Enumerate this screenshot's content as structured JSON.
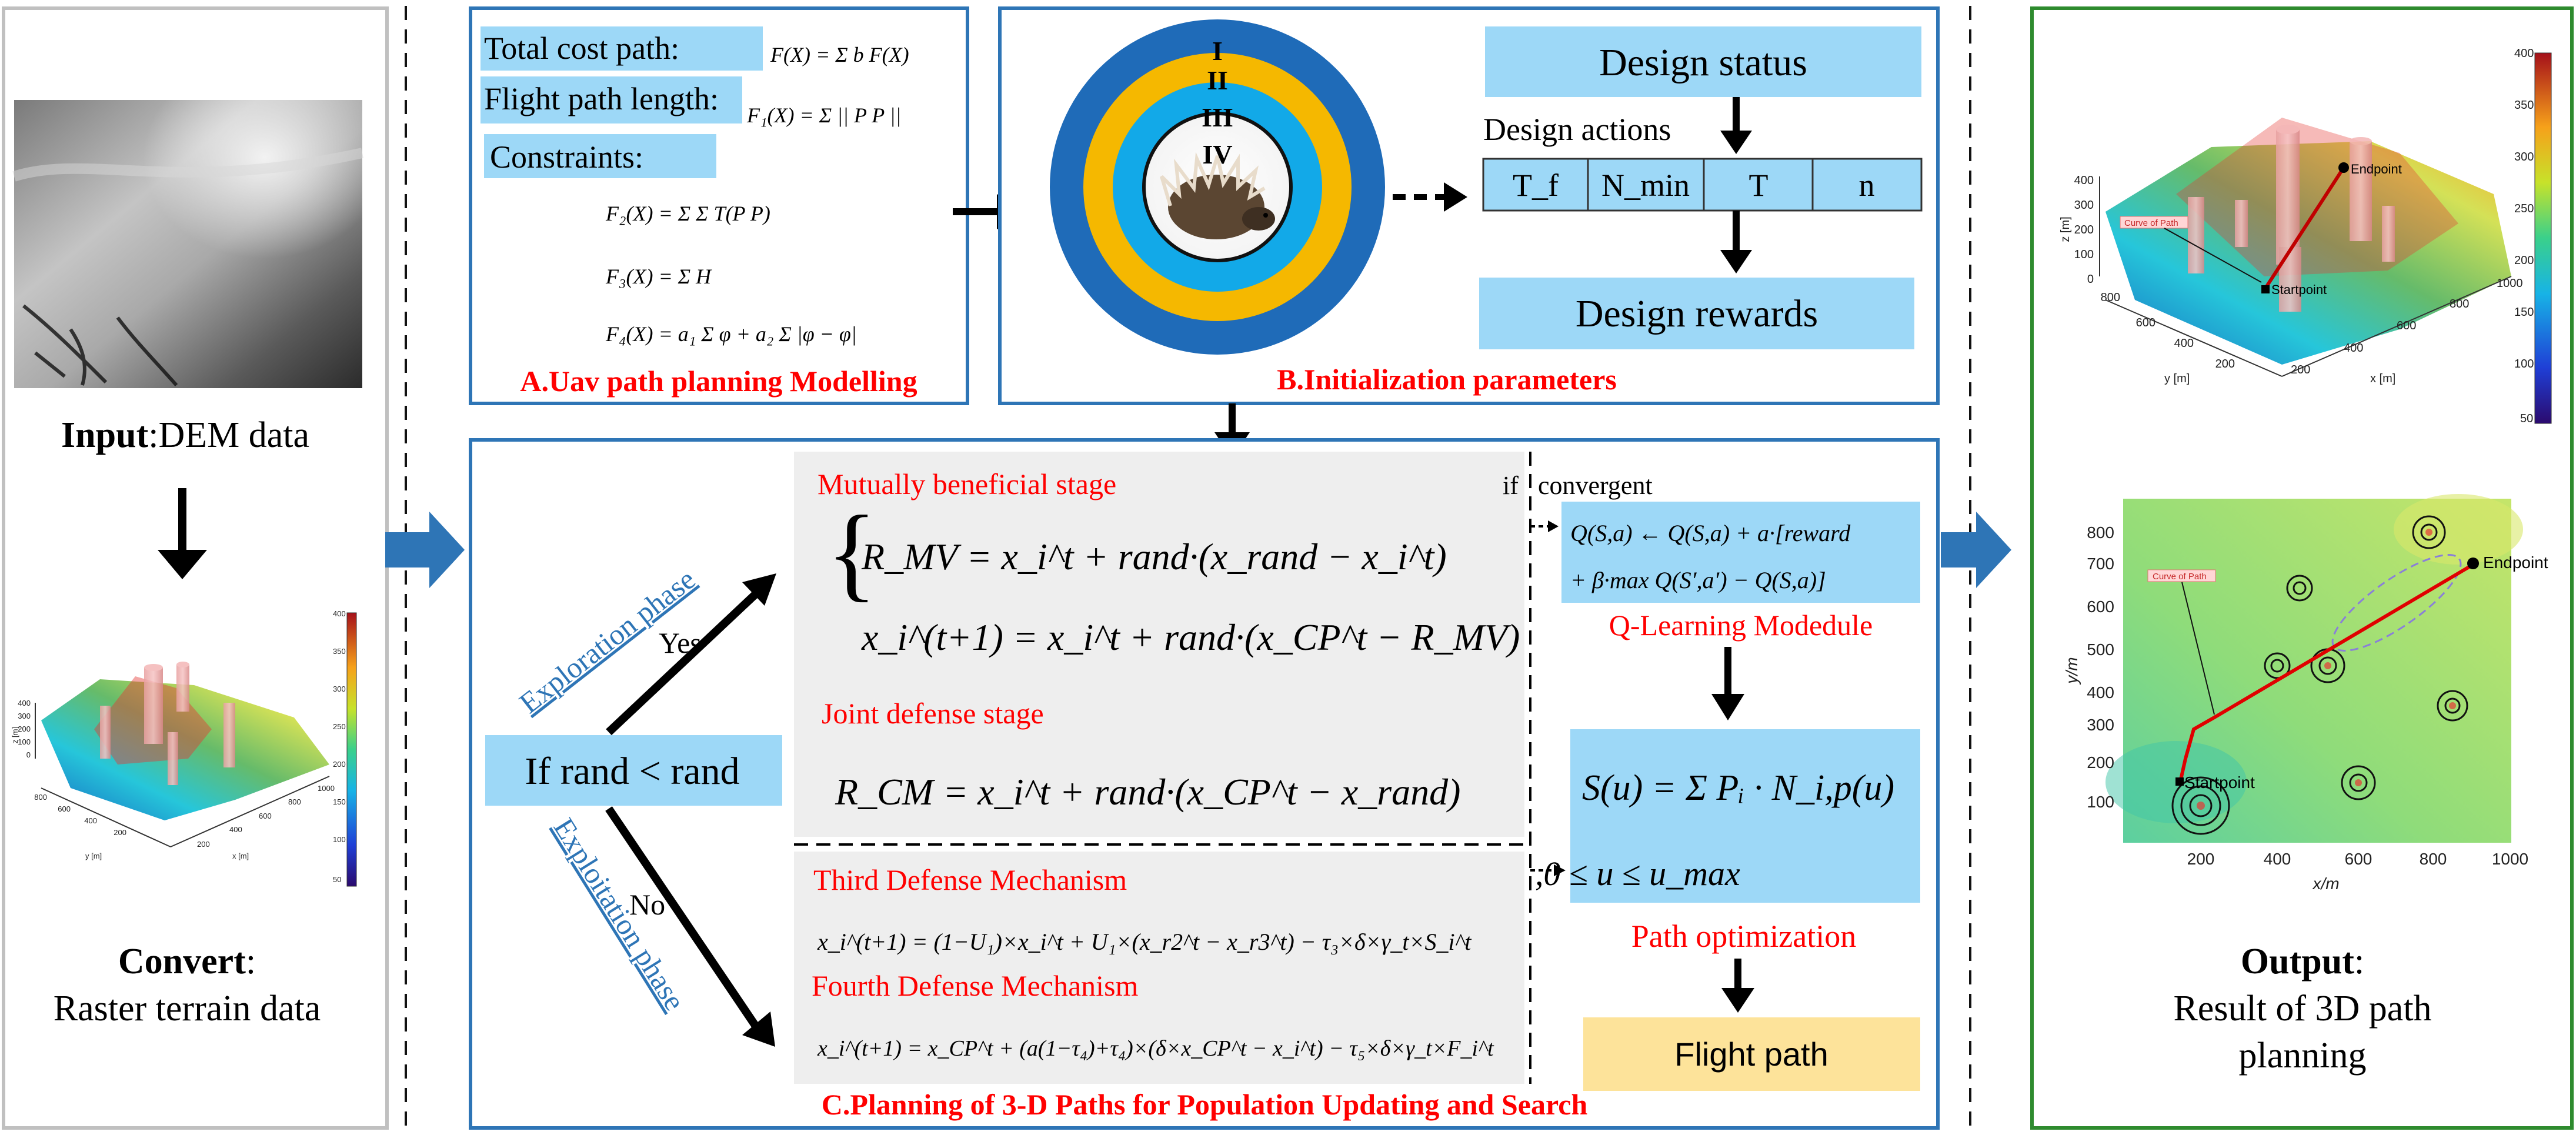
{
  "left_panel": {
    "input_bold": "Input",
    "input_text": ":DEM data",
    "convert_bold": "Convert",
    "convert_colon": ":",
    "convert_text": "Raster terrain data",
    "mini_z_label": "z [m]",
    "mini_y_label": "y [m]",
    "mini_x_label": "x [m]",
    "mini_z_ticks": [
      "400",
      "300",
      "200",
      "100",
      "0"
    ],
    "mini_y_ticks": [
      "800",
      "600",
      "400",
      "200"
    ],
    "mini_x_ticks": [
      "200",
      "400",
      "600",
      "800",
      "1000"
    ],
    "mini_cb_ticks": [
      "400",
      "350",
      "300",
      "250",
      "200",
      "150",
      "100",
      "50"
    ]
  },
  "section_a": {
    "total_cost_label": "Total cost path:",
    "flight_length_label": "Flight path length:",
    "constraints_label": "Constraints:",
    "f_total": "F(X) = Σ b F(X)",
    "f1": "F₁(X) = Σ || P P ||",
    "f2": "F₂(X) = Σ Σ T(P P)",
    "f3": "F₃(X) = Σ H",
    "f4": "F₄(X) = a₁ Σ φ + a₂ Σ |φ − φ|",
    "caption": "A.Uav path planning Modelling"
  },
  "section_b": {
    "ring_labels": [
      "I",
      "II",
      "III",
      "IV"
    ],
    "design_status": "Design status",
    "design_actions": "Design actions",
    "action_cells": [
      "T_f",
      "N_min",
      "T",
      "n"
    ],
    "design_rewards": "Design rewards",
    "caption": "B.Initialization parameters"
  },
  "section_c": {
    "exploration_label": "Exploration phase",
    "exploitation_label": "Exploitation phase",
    "yes": "Yes",
    "no": "No",
    "condition": "If rand < rand",
    "mutual_title": "Mutually beneficial stage",
    "mutual_eq1": "R_MV = x_i^t + rand·(x_rand − x_i^t)",
    "mutual_eq2": "x_i^(t+1) = x_i^t + rand·(x_CP^t − R_MV)",
    "joint_title": "Joint defense stage",
    "joint_eq": "R_CM = x_i^t + rand·(x_CP^t − x_rand)",
    "third_title": "Third Defense Mechanism",
    "third_eq": "x_i^(t+1) = (1−U₁)×x_i^t + U₁×(x_r2^t − x_r3^t) − τ₃×δ×γ_t×S_i^t",
    "fourth_title": "Fourth Defense Mechanism",
    "fourth_eq": "x_i^(t+1) = x_CP^t + (a(1−τ₄)+τ₄)×(δ×x_CP^t − x_i^t) − τ₅×δ×γ_t×F_i^t",
    "if_text": "if",
    "convergent": "convergent",
    "q_eq1": "Q(S,a) ← Q(S,a) + a·[reward",
    "q_eq2": "+ β·max Q(S′,a′) − Q(S,a)]",
    "q_title": "Q-Learning Modedule",
    "s_eq": "S(u) = Σ Pᵢ · N_i,p(u)",
    "s_range": ",0 ≤ u ≤ u_max",
    "path_opt": "Path optimization",
    "flight_path": "Flight  path",
    "caption": "C.Planning of 3-D Paths for Population Updating and Search"
  },
  "right_panel": {
    "plot3d_z_label": "z [m]",
    "plot3d_y_label": "y [m]",
    "plot3d_x_label": "x [m]",
    "plot3d_z_ticks": [
      "400",
      "300",
      "200",
      "100",
      "0"
    ],
    "plot3d_y_ticks": [
      "800",
      "600",
      "400",
      "200"
    ],
    "plot3d_x_ticks": [
      "200",
      "400",
      "600",
      "800",
      "1000"
    ],
    "plot3d_endpoint": "Endpoint",
    "plot3d_startpoint": "Startpoint",
    "plot3d_curve": "Curve of Path",
    "cb_ticks": [
      "400",
      "350",
      "300",
      "250",
      "200",
      "150",
      "100",
      "50"
    ],
    "map_y_label": "y/m",
    "map_x_label": "x/m",
    "map_y_ticks": [
      "800",
      "700",
      "600",
      "500",
      "400",
      "300",
      "200",
      "100"
    ],
    "map_x_ticks": [
      "200",
      "400",
      "600",
      "800",
      "1000"
    ],
    "map_endpoint": "Endpoint",
    "map_startpoint": "Startpoint",
    "map_curve": "Curve of Path",
    "output_bold": "Output",
    "output_colon": ":",
    "output_line1": "Result of 3D path",
    "output_line2": "planning"
  },
  "colors": {
    "blue_border": "#2e75b6",
    "green_border": "#2e8b2e",
    "light_blue": "#9dd8f7",
    "red_text": "#ff0000",
    "ring_outer": "#1f6bb8",
    "ring_gold": "#f5b800",
    "ring_cyan": "#12a9e8",
    "flight_path_fill": "#fde39a",
    "gray_box": "#eeeeee"
  }
}
